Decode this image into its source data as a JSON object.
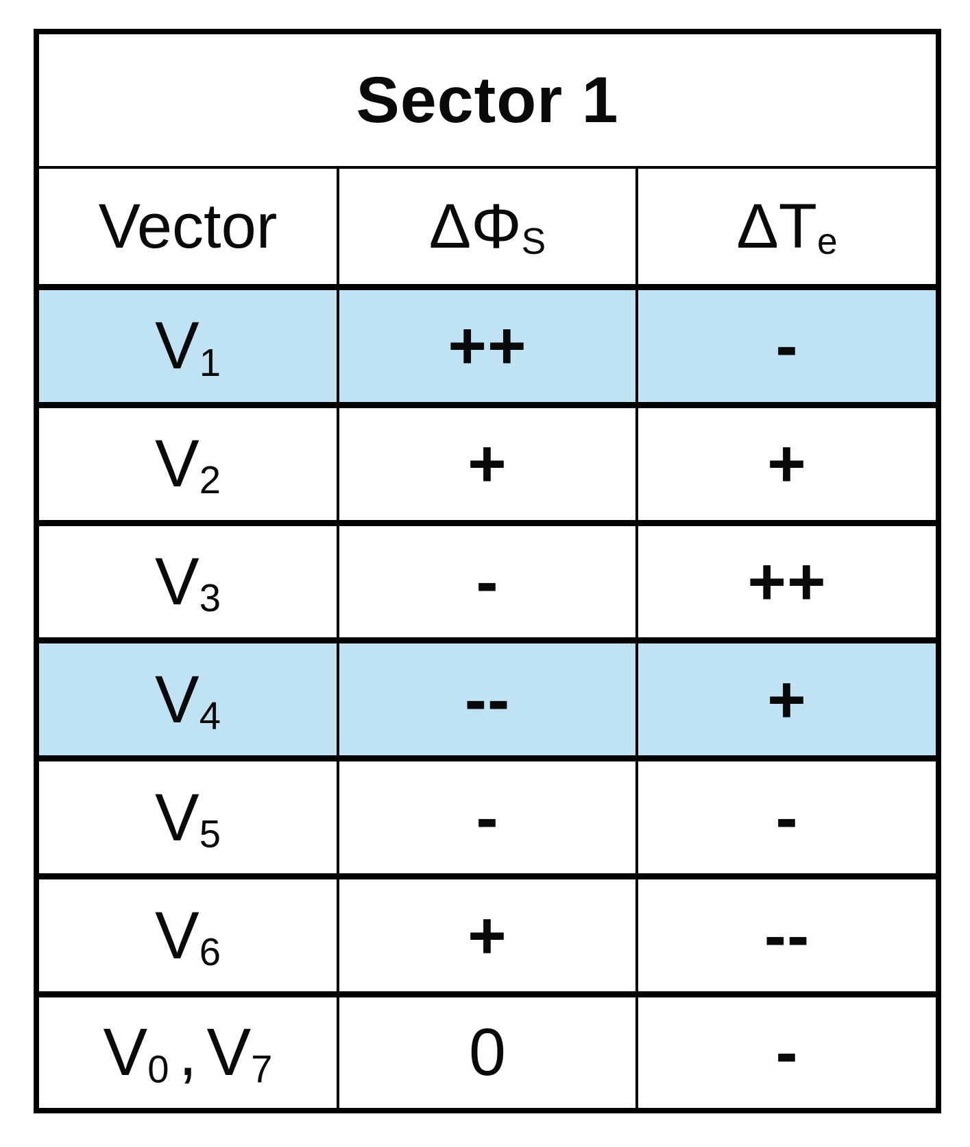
{
  "chart_data": {
    "type": "table",
    "title": "Sector 1",
    "columns": [
      "Vector",
      "ΔΦS",
      "ΔTe"
    ],
    "rows": [
      [
        "V1",
        "++",
        "-"
      ],
      [
        "V2",
        "+",
        "+"
      ],
      [
        "V3",
        "-",
        "++"
      ],
      [
        "V4",
        "--",
        "+"
      ],
      [
        "V5",
        "-",
        "-"
      ],
      [
        "V6",
        "+",
        "--"
      ],
      [
        "V0 , V7",
        "0",
        "-"
      ]
    ],
    "highlighted_row_indices": [
      0,
      3
    ],
    "layout_hints": {
      "title_row_spans_all_columns": true,
      "grid": "on",
      "highlight_color": "#bfe3f2"
    }
  },
  "display": {
    "title": "Sector 1",
    "header": {
      "vector": "Vector",
      "phi_base": "ΔΦ",
      "phi_sub": "S",
      "te_base": "ΔT",
      "te_sub": "e"
    },
    "rows": [
      {
        "base": "V",
        "sub": "1",
        "phi": "++",
        "te": "-"
      },
      {
        "base": "V",
        "sub": "2",
        "phi": "+",
        "te": "+"
      },
      {
        "base": "V",
        "sub": "3",
        "phi": "-",
        "te": "++"
      },
      {
        "base": "V",
        "sub": "4",
        "phi": "--",
        "te": "+"
      },
      {
        "base": "V",
        "sub": "5",
        "phi": "-",
        "te": "-"
      },
      {
        "base": "V",
        "sub": "6",
        "phi": "+",
        "te": "--"
      }
    ],
    "row7": {
      "base_a": "V",
      "sub_a": "0",
      "comma": ",",
      "base_b": "V",
      "sub_b": "7",
      "phi": "0",
      "te": "-"
    }
  },
  "colors": {
    "highlight_blue": "#bfe3f2",
    "border": "#000000",
    "text": "#0a0a0a",
    "background": "#ffffff"
  }
}
